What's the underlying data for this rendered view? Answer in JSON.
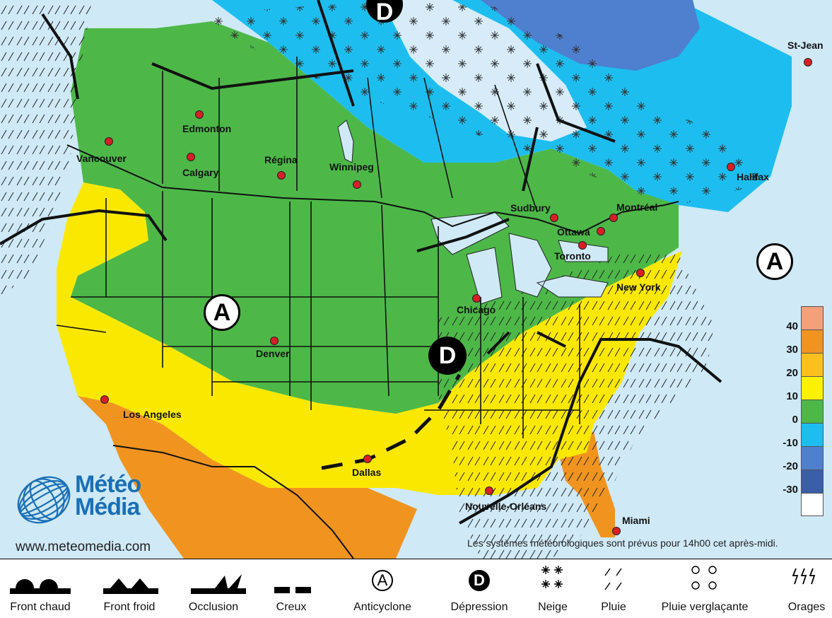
{
  "cities": [
    {
      "name": "Vancouver"
    },
    {
      "name": "Edmonton"
    },
    {
      "name": "Calgary"
    },
    {
      "name": "Régina"
    },
    {
      "name": "Winnipeg"
    },
    {
      "name": "Sudbury"
    },
    {
      "name": "Montréal"
    },
    {
      "name": "Ottawa"
    },
    {
      "name": "Toronto"
    },
    {
      "name": "New York"
    },
    {
      "name": "Chicago"
    },
    {
      "name": "Denver"
    },
    {
      "name": "Los Angeles"
    },
    {
      "name": "Dallas"
    },
    {
      "name": "Nouvelle-Orléans"
    },
    {
      "name": "Miami"
    },
    {
      "name": "Halifax"
    },
    {
      "name": "St-Jean"
    }
  ],
  "pressure_centres": [
    {
      "type": "A",
      "label": "A"
    },
    {
      "type": "A",
      "label": "A"
    },
    {
      "type": "D",
      "label": "D"
    },
    {
      "type": "D",
      "label": "D"
    }
  ],
  "temperature_scale": {
    "labels": [
      "40",
      "30",
      "20",
      "10",
      "0",
      "-10",
      "-20",
      "-30"
    ],
    "colors": [
      "#f4a07a",
      "#f0941f",
      "#fbbf1e",
      "#fbf103",
      "#4db848",
      "#1dbeef",
      "#4f7fcf",
      "#3a5ea8",
      "#ffffff"
    ]
  },
  "zone_colors": {
    "water": "#cfe9f7",
    "plus_20": "#f0941f",
    "plus_10": "#fbe800",
    "zero": "#4db848",
    "minus_10": "#1dbeef",
    "minus_20": "#4f7fcf",
    "snow_land": "#d7ecf8"
  },
  "branding": {
    "logo_line1": "Météo",
    "logo_line2": "Média",
    "website": "www.meteomedia.com"
  },
  "forecast_note": "Les systèmes météorologiques sont prévus pour 14h00 cet après-midi.",
  "legend": [
    {
      "label": "Front chaud",
      "icon": "warm-front-icon"
    },
    {
      "label": "Front froid",
      "icon": "cold-front-icon"
    },
    {
      "label": "Occlusion",
      "icon": "occluded-front-icon"
    },
    {
      "label": "Creux",
      "icon": "trough-icon"
    },
    {
      "label": "Anticyclone",
      "icon": "high-pressure-icon",
      "glyph": "A"
    },
    {
      "label": "Dépression",
      "icon": "low-pressure-icon",
      "glyph": "D"
    },
    {
      "label": "Neige",
      "icon": "snow-icon"
    },
    {
      "label": "Pluie",
      "icon": "rain-icon"
    },
    {
      "label": "Pluie verglaçante",
      "icon": "freezing-rain-icon"
    },
    {
      "label": "Orages",
      "icon": "thunderstorm-icon"
    }
  ]
}
